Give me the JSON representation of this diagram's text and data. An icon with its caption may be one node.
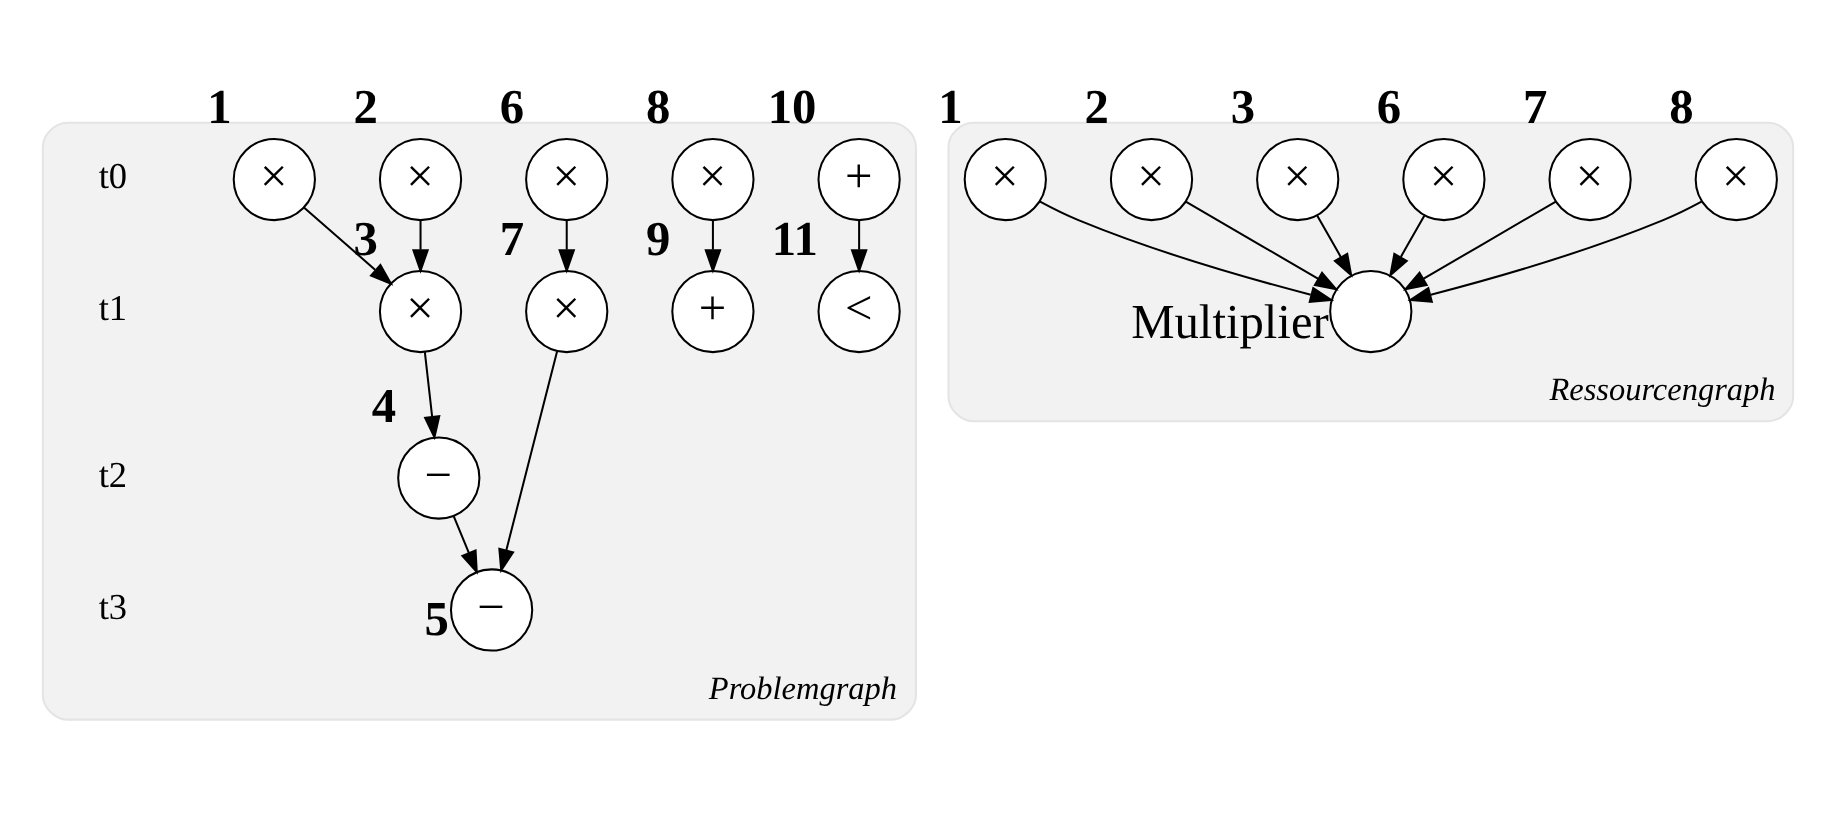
{
  "diagram": {
    "nodes": [
      {
        "text": [
          "Problemgraph"
        ]
      },
      {
        "text": [
          "×"
        ],
        "beside": [
          "1"
        ],
        "in": 0
      },
      {
        "text": [
          "×"
        ],
        "beside": [
          "2"
        ],
        "in": 0
      },
      {
        "text": [
          "×"
        ],
        "beside": [
          "6"
        ],
        "in": 0
      },
      {
        "text": [
          "×"
        ],
        "beside": [
          "8"
        ],
        "in": 0
      },
      {
        "text": [
          "+"
        ],
        "beside": [
          "10"
        ],
        "in": 0
      },
      {
        "text": [
          "×"
        ],
        "beside": [
          "3"
        ],
        "in": 0
      },
      {
        "text": [
          "×"
        ],
        "beside": [
          "7"
        ],
        "in": 0
      },
      {
        "text": [
          "+"
        ],
        "beside": [
          "9"
        ],
        "in": 0
      },
      {
        "text": [
          "<"
        ],
        "beside": [
          "11"
        ],
        "in": 0
      },
      {
        "text": [
          "−"
        ],
        "beside": [
          "4"
        ],
        "in": 0
      },
      {
        "text": [
          "−"
        ],
        "beside": [
          "5"
        ],
        "in": 0
      },
      {
        "text": [
          "Ressourcengraph"
        ]
      },
      {
        "text": [
          "×"
        ],
        "beside": [
          "1"
        ],
        "in": 12
      },
      {
        "text": [
          "×"
        ],
        "beside": [
          "2"
        ],
        "in": 12
      },
      {
        "text": [],
        "shape": "circle",
        "beside": [
          "Multiplier"
        ],
        "in": 12
      },
      {
        "text": [
          "×"
        ],
        "beside": [
          "3"
        ],
        "in": 12
      },
      {
        "text": [
          "×"
        ],
        "beside": [
          "6"
        ],
        "in": 12
      },
      {
        "text": [
          "×"
        ],
        "beside": [
          "7"
        ],
        "in": 12
      },
      {
        "text": [
          "×"
        ],
        "beside": [
          "8"
        ],
        "in": 12
      }
    ],
    "edges": [
      {
        "from": 1,
        "to": 6,
        "arrow": "to"
      },
      {
        "from": 2,
        "to": 6,
        "arrow": "to"
      },
      {
        "from": 6,
        "to": 10,
        "arrow": "to"
      },
      {
        "from": 10,
        "to": 11,
        "arrow": "to"
      },
      {
        "from": 3,
        "to": 7,
        "arrow": "to"
      },
      {
        "from": 7,
        "to": 11,
        "arrow": "to"
      },
      {
        "from": 4,
        "to": 8,
        "arrow": "to"
      },
      {
        "from": 5,
        "to": 9,
        "arrow": "to"
      },
      {
        "from": 13,
        "to": 15,
        "arrow": "to"
      },
      {
        "from": 14,
        "to": 15,
        "arrow": "to"
      },
      {
        "from": 16,
        "to": 15,
        "arrow": "to"
      },
      {
        "from": 17,
        "to": 15,
        "arrow": "to"
      },
      {
        "from": 18,
        "to": 15,
        "arrow": "to"
      },
      {
        "from": 19,
        "to": 15,
        "arrow": "to"
      }
    ],
    "labels": [
      "t0",
      "t1",
      "t2",
      "t3"
    ]
  }
}
